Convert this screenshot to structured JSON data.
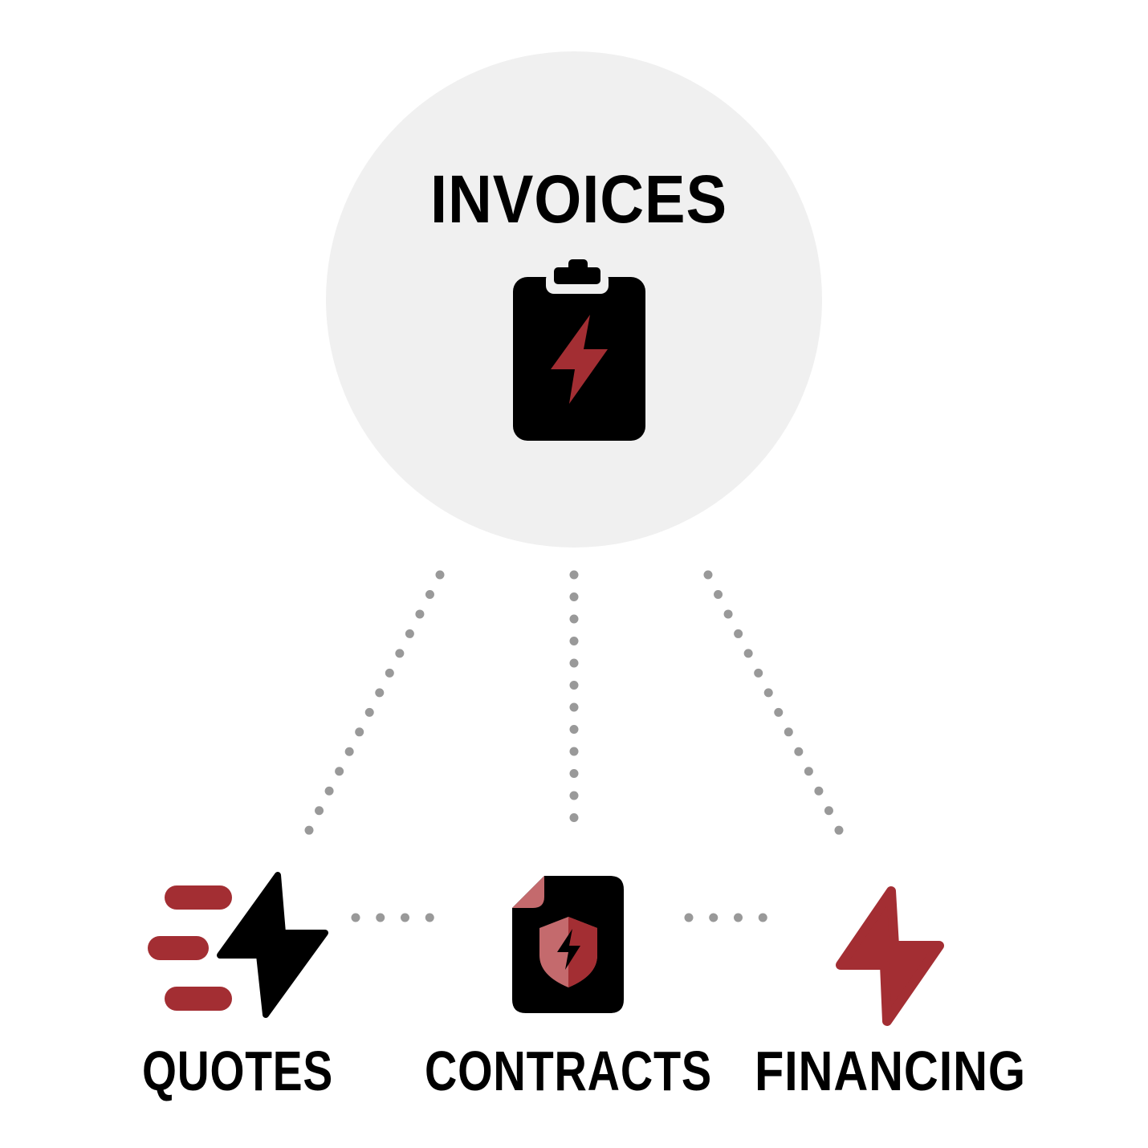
{
  "hub": {
    "label": "INVOICES",
    "icon": "clipboard-bolt-icon",
    "circle_color": "#f0f0f0"
  },
  "nodes": [
    {
      "label": "QUOTES",
      "icon": "speed-bolt-icon"
    },
    {
      "label": "CONTRACTS",
      "icon": "shield-document-icon"
    },
    {
      "label": "FINANCING",
      "icon": "bolt-icon"
    }
  ],
  "colors": {
    "accent_red": "#a32e33",
    "accent_red_light": "#c46a6d",
    "icon_black": "#000000",
    "connector_gray": "#999999",
    "text": "#000000"
  }
}
